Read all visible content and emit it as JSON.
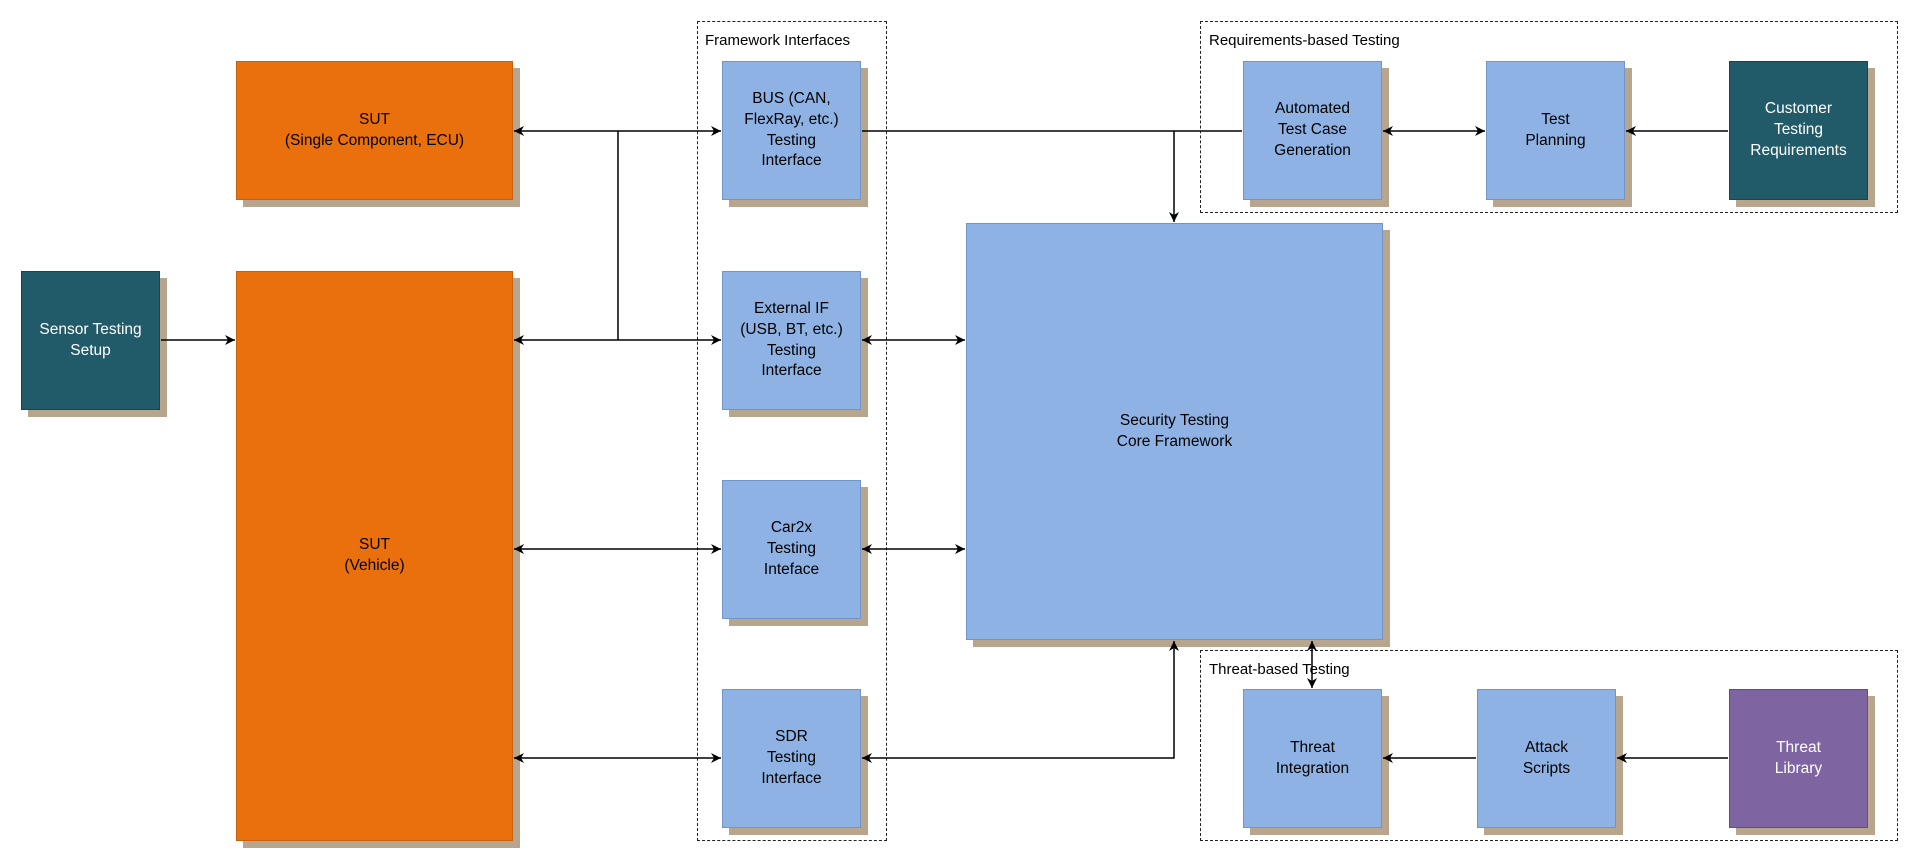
{
  "colors": {
    "orange": "#ea700d",
    "orange_border": "#c9600b",
    "blue": "#8eb2e4",
    "blue_border": "#6f95c9",
    "teal": "#215a68",
    "purple": "#7e64a1",
    "shadow": "#b7a58d",
    "line": "#000000"
  },
  "groups": {
    "framework": {
      "label": "Framework Interfaces"
    },
    "requirements": {
      "label": "Requirements-based Testing"
    },
    "threat": {
      "label": "Threat-based Testing"
    }
  },
  "nodes": {
    "sut_ecu": "SUT\n(Single Component, ECU)",
    "sut_vehicle": "SUT\n(Vehicle)",
    "sensor_setup": "Sensor Testing\nSetup",
    "bus_if": "BUS (CAN,\nFlexRay, etc.)\nTesting\nInterface",
    "external_if": "External IF\n(USB, BT, etc.)\nTesting\nInterface",
    "car2x_if": "Car2x\nTesting\nInteface",
    "sdr_if": "SDR\nTesting\nInterface",
    "core": "Security Testing\nCore Framework",
    "auto_gen": "Automated\nTest Case\nGeneration",
    "test_planning": "Test\nPlanning",
    "customer_req": "Customer\nTesting\nRequirements",
    "threat_integration": "Threat\nIntegration",
    "attack_scripts": "Attack\nScripts",
    "threat_library": "Threat\nLibrary"
  }
}
